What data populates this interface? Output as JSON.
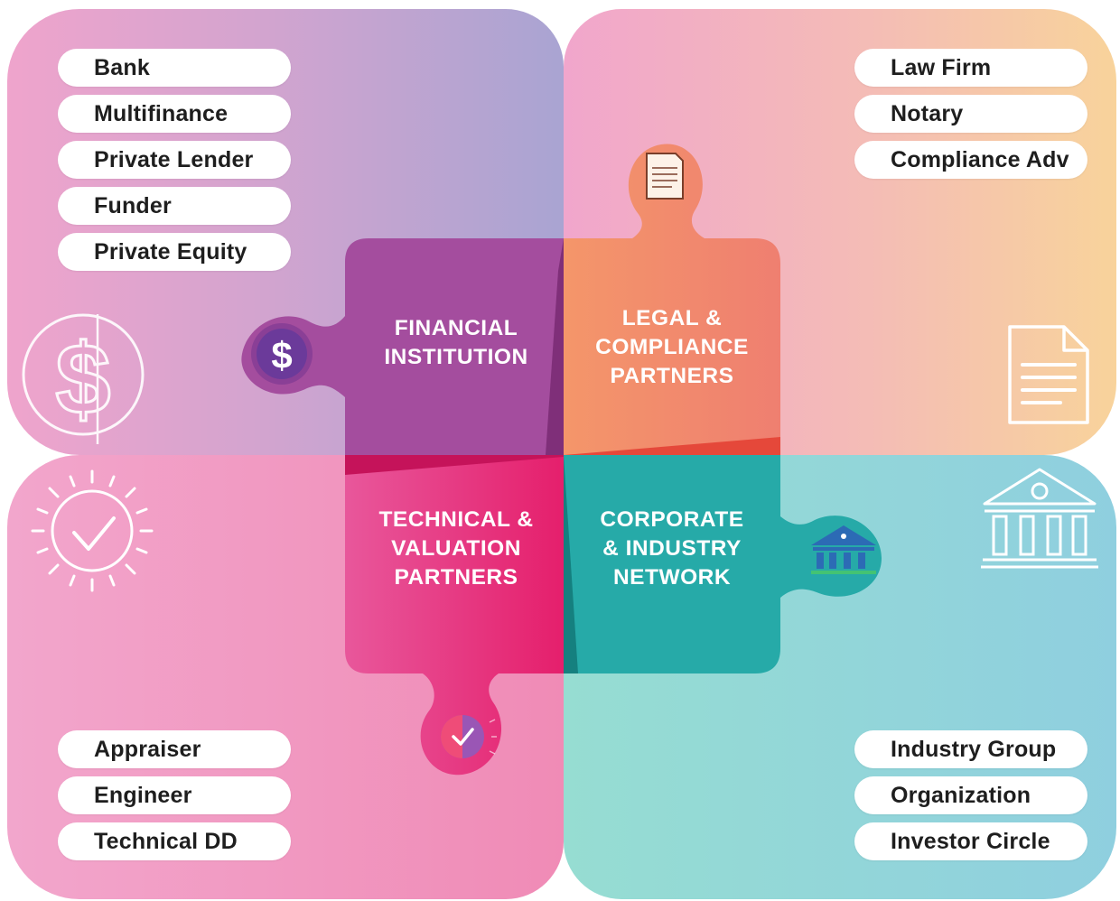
{
  "sections": {
    "financial": {
      "title_lines": [
        "FINANCIAL",
        "INSTITUTION"
      ],
      "items": [
        "Bank",
        "Multifinance",
        "Private Lender",
        "Funder",
        "Private Equity"
      ],
      "icon": "dollar-icon",
      "color": "#a44d9e"
    },
    "legal": {
      "title_lines": [
        "LEGAL &",
        "COMPLIANCE",
        "PARTNERS"
      ],
      "items": [
        "Law Firm",
        "Notary",
        "Compliance Adv"
      ],
      "icon": "document-icon",
      "color": "#f28a64"
    },
    "technical": {
      "title_lines": [
        "TECHNICAL &",
        "VALUATION",
        "PARTNERS"
      ],
      "items": [
        "Appraiser",
        "Engineer",
        "Technical DD"
      ],
      "icon": "checkmark-badge-icon",
      "color": "#e8327a"
    },
    "corporate": {
      "title_lines": [
        "CORPORATE",
        "& INDUSTRY",
        "NETWORK"
      ],
      "items": [
        "Industry Group",
        "Organization",
        "Investor Circle"
      ],
      "icon": "building-icon",
      "color": "#26aaa8"
    }
  },
  "symbols": {
    "dollar": "$"
  }
}
